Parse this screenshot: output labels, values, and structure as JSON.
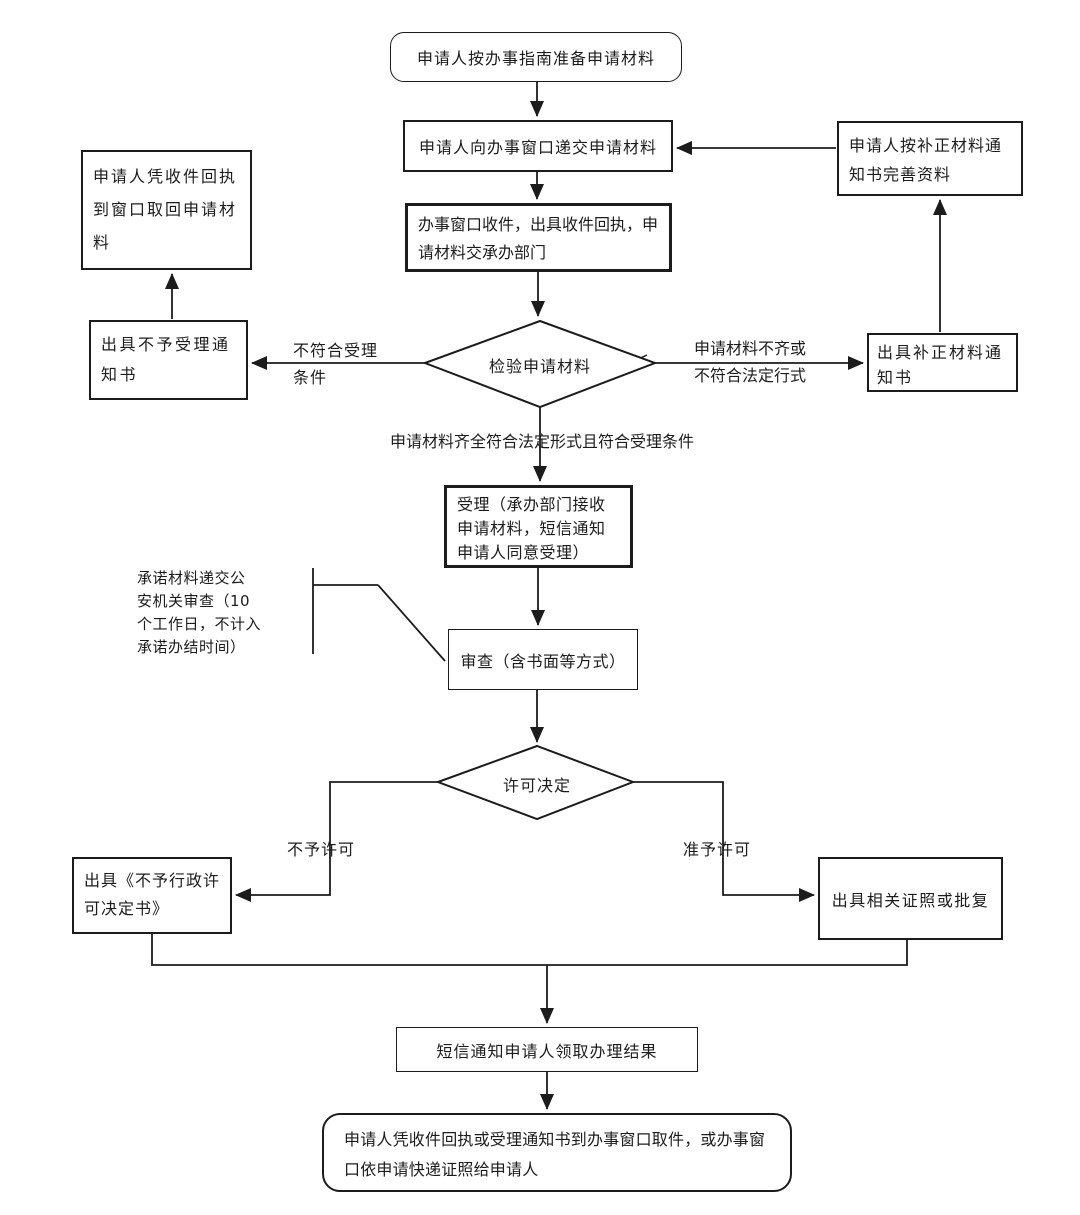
{
  "diagram": {
    "nodes": {
      "start": "申请人按办事指南准备申请材料",
      "submit": "申请人向办事窗口递交申请材料",
      "receive": "办事窗口收件，出具收件回执，申请材料交承办部门",
      "check": "检验申请材料",
      "retrieve": "申请人凭收件回执到窗口取回申请材料",
      "reject_notice": "出具不予受理通知书",
      "supplement_notice": "出具补正材料通知书",
      "complete_materials": "申请人按补正材料通知书完善资料",
      "accept": "受理（承办部门接收申请材料，短信通知申请人同意受理）",
      "review": "审查（含书面等方式）",
      "decision": "许可决定",
      "deny_doc": "出具《不予行政许可决定书》",
      "grant_doc": "出具相关证照或批复",
      "sms": "短信通知申请人领取办理结果",
      "final": "申请人凭收件回执或受理通知书到办事窗口取件，或办事窗口依申请快递证照给申请人"
    },
    "edge_labels": {
      "not_accepted": "不符合受理条件",
      "incomplete": "申请材料不齐或不符合法定行式",
      "qualified": "申请材料齐全符合法定形式且符合受理条件",
      "deny": "不予许可",
      "grant": "准予许可"
    },
    "annotation_lines": {
      "0": "承诺材料递交公",
      "1": "安机关审查（10",
      "2": "个工作日，不计入",
      "3": "承诺办结时间）"
    },
    "colors": {
      "line": "#1c1c1c",
      "background": "#ffffff"
    }
  }
}
